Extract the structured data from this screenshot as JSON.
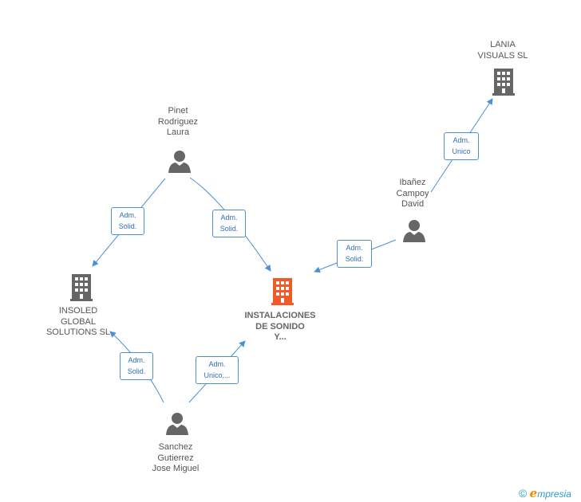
{
  "nodes": {
    "lania": {
      "lines": [
        "LANIA",
        "VISUALS  SL"
      ],
      "type": "company",
      "color": "#666666"
    },
    "pinet": {
      "lines": [
        "Pinet",
        "Rodriguez",
        "Laura"
      ],
      "type": "person",
      "color": "#666666"
    },
    "ibanez": {
      "lines": [
        "Ibañez",
        "Campoy",
        "David"
      ],
      "type": "person",
      "color": "#666666"
    },
    "insoled": {
      "lines": [
        "INSOLED",
        "GLOBAL",
        "SOLUTIONS  SL"
      ],
      "type": "company",
      "color": "#666666"
    },
    "instalaciones": {
      "lines": [
        "INSTALACIONES",
        "DE SONIDO",
        "Y..."
      ],
      "type": "company",
      "color": "#f05a28"
    },
    "sanchez": {
      "lines": [
        "Sanchez",
        "Gutierrez",
        "Jose Miguel"
      ],
      "type": "person",
      "color": "#666666"
    }
  },
  "edges": {
    "ibanez_lania": {
      "lines": [
        "Adm.",
        "Unico"
      ]
    },
    "pinet_insoled": {
      "lines": [
        "Adm.",
        "Solid."
      ]
    },
    "pinet_instalaciones": {
      "lines": [
        "Adm.",
        "Solid."
      ]
    },
    "ibanez_instalaciones": {
      "lines": [
        "Adm.",
        "Solid."
      ]
    },
    "sanchez_insoled": {
      "lines": [
        "Adm.",
        "Solid."
      ]
    },
    "sanchez_instalaciones": {
      "lines": [
        "Adm.",
        "Unico,..."
      ]
    }
  },
  "colors": {
    "edge": "#4a90d9",
    "accent": "#f05a28"
  },
  "footer": {
    "copyright": "©",
    "brand_initial": "e",
    "brand_rest": "mpresia"
  }
}
